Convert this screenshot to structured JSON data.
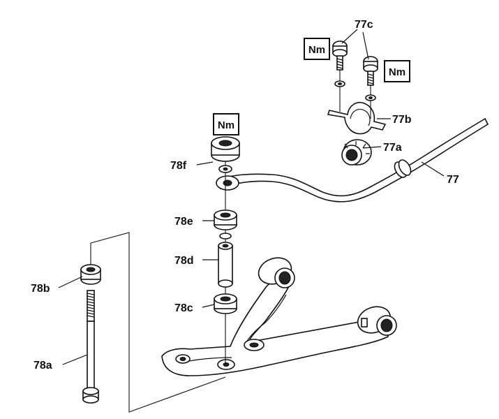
{
  "labels": {
    "p77": "77",
    "p77a": "77a",
    "p77b": "77b",
    "p77c": "77c",
    "p78a": "78a",
    "p78b": "78b",
    "p78c": "78c",
    "p78d": "78d",
    "p78e": "78e",
    "p78f": "78f"
  },
  "torque_badge": "Nm",
  "colors": {
    "ink": "#111111",
    "paper": "#ffffff"
  }
}
